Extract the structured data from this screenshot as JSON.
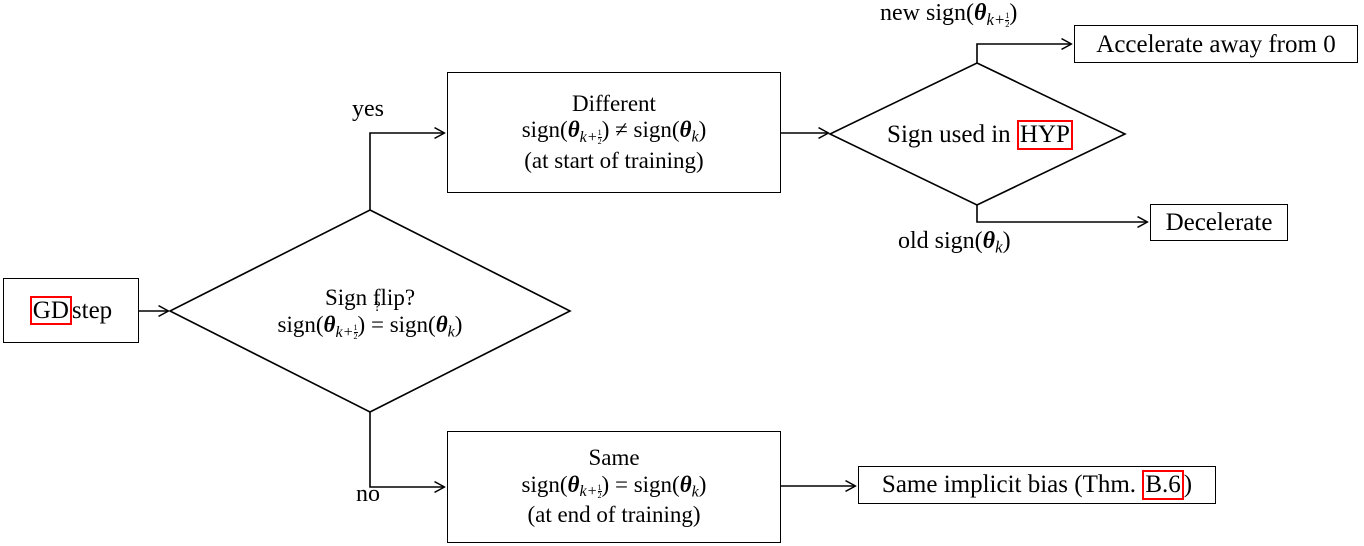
{
  "diagram": {
    "title": "Sign flip decision flowchart",
    "accent_color": "#ff0000",
    "line_color": "#000000",
    "background": "#ffffff"
  },
  "nodes": {
    "gd_step": {
      "shape": "rect",
      "highlight": "GD",
      "text_after": "step",
      "full_text": "GD step"
    },
    "sign_flip": {
      "shape": "diamond",
      "line1": "Sign flip?",
      "line2": "sign(θ_{k+1/2}) =? sign(θ_k)",
      "full_text": "Sign flip? sign(θ_{k+1/2}) =? sign(θ_k)"
    },
    "different": {
      "shape": "rect",
      "line1": "Different",
      "line2": "sign(θ_{k+1/2}) ≠ sign(θ_k)",
      "line3": "(at start of training)",
      "full_text": "Different sign(θ_{k+1/2}) ≠ sign(θ_k) (at start of training)"
    },
    "same": {
      "shape": "rect",
      "line1": "Same",
      "line2": "sign(θ_{k+1/2}) = sign(θ_k)",
      "line3": "(at end of training)",
      "full_text": "Same sign(θ_{k+1/2}) = sign(θ_k) (at end of training)"
    },
    "sign_used_in_hyp": {
      "shape": "diamond",
      "text_before": "Sign used in",
      "highlight": "HYP",
      "full_text": "Sign used in HYP"
    },
    "accelerate": {
      "shape": "rect",
      "label": "Accelerate away from 0"
    },
    "decelerate": {
      "shape": "rect",
      "label": "Decelerate"
    },
    "implicit_bias": {
      "shape": "rect",
      "text_before": "Same implicit bias (Thm.",
      "highlight": "B.6",
      "text_after": ")",
      "full_text": "Same implicit bias (Thm. B.6)"
    }
  },
  "edge_labels": {
    "yes": "yes",
    "no": "no",
    "new_sign": "new sign(θ_{k+1/2})",
    "old_sign": "old sign(θ_k)"
  },
  "symbols": {
    "sign": "sign",
    "theta": "θ",
    "k": "k",
    "plus": "+",
    "one": "1",
    "two": "2",
    "neq": "≠",
    "eq": "=",
    "qmark": "?",
    "lparen": "(",
    "rparen": ")"
  }
}
